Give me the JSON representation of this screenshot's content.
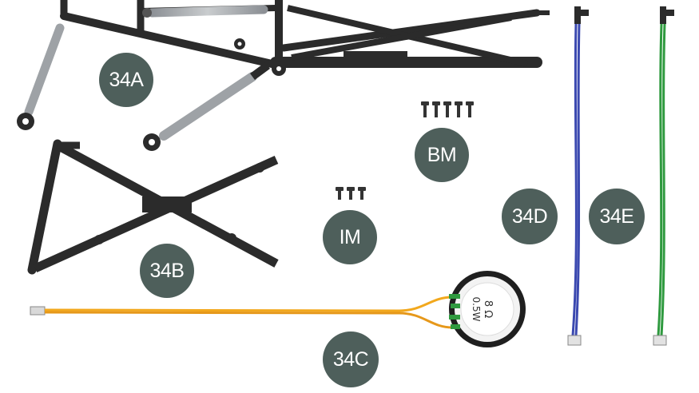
{
  "labels": {
    "frame_a": "34A",
    "frame_b": "34B",
    "speaker": "34C",
    "cable_blue": "34D",
    "cable_green": "34E",
    "screws_bm": "BM",
    "screws_im": "IM"
  },
  "speaker_markings": {
    "impedance": "8 Ω",
    "power": "0.5W"
  },
  "colors": {
    "badge": "#4e5f5b",
    "frame": "#2b2b2b",
    "rod": "#a9acaf",
    "cable_blue": "#3b49b0",
    "cable_green": "#2f9a3f",
    "cable_orange": "#f2a81d"
  },
  "screw_counts": {
    "bm": 5,
    "im": 3
  }
}
